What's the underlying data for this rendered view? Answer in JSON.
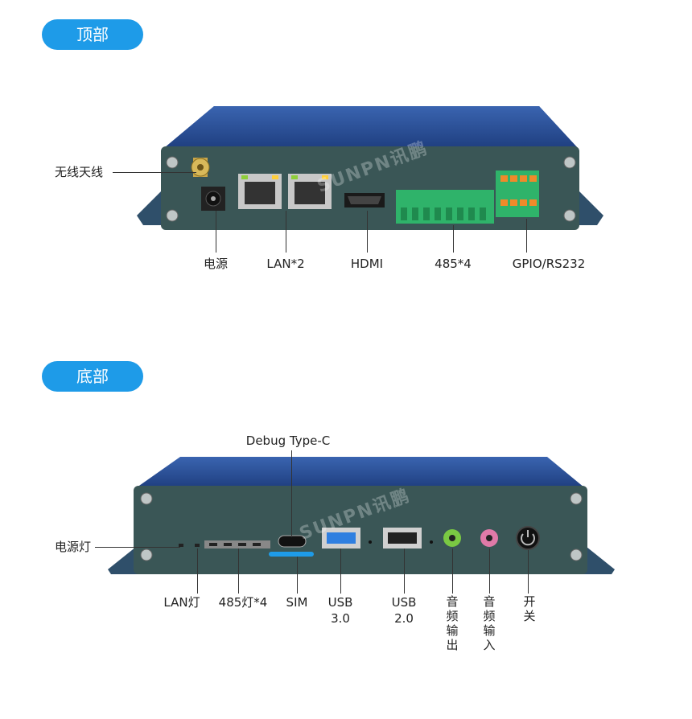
{
  "top": {
    "header": "顶部",
    "watermark": "SUNPN讯鹏",
    "labels": {
      "antenna": "无线天线",
      "power": "电源",
      "lan": "LAN*2",
      "hdmi": "HDMI",
      "rs485": "485*4",
      "gpio": "GPIO/RS232"
    }
  },
  "bottom": {
    "header": "底部",
    "watermark": "SUNPN讯鹏",
    "labels": {
      "debug": "Debug Type-C",
      "power_led": "电源灯",
      "lan_led": "LAN灯",
      "rs485_led": "485灯*4",
      "sim": "SIM",
      "usb3_line1": "USB",
      "usb3_line2": "3.0",
      "usb2_line1": "USB",
      "usb2_line2": "2.0",
      "audio_out": "音频输出",
      "audio_in": "音频输入",
      "switch": "开关"
    }
  },
  "colors": {
    "accent": "#1e9be8",
    "case_body": "#3a5656",
    "case_top": "#2a4f9a",
    "terminal_green": "#2fb36a",
    "terminal_orange": "#f08a2a",
    "usb3_blue": "#2f7fe0",
    "audio_out_green": "#7ac943",
    "audio_in_pink": "#e07aa8"
  }
}
